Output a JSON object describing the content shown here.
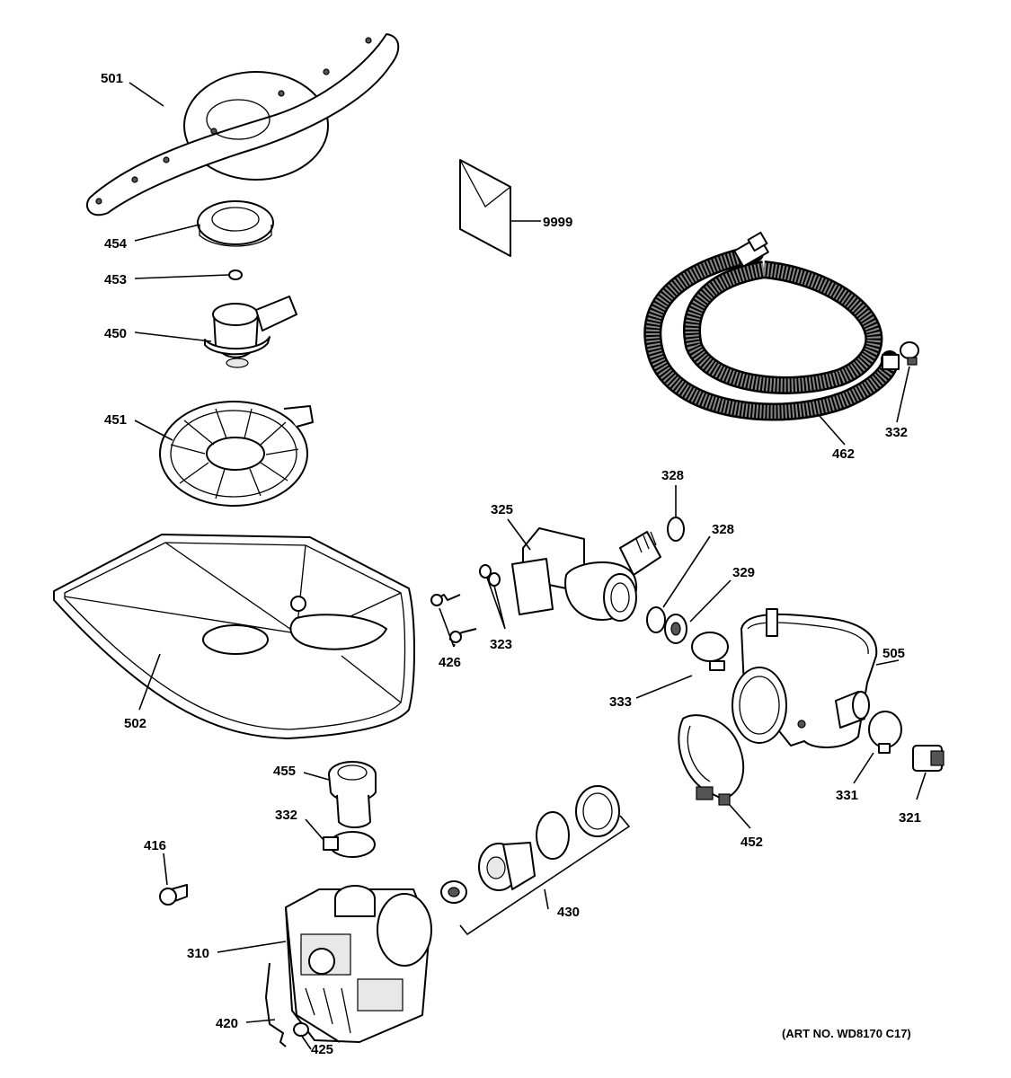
{
  "labels": {
    "p501": "501",
    "p454": "454",
    "p453": "453",
    "p450": "450",
    "p451": "451",
    "p502": "502",
    "p9999": "9999",
    "p462": "462",
    "p332a": "332",
    "p328a": "328",
    "p328b": "328",
    "p325": "325",
    "p329": "329",
    "p323": "323",
    "p426": "426",
    "p505": "505",
    "p333": "333",
    "p331": "331",
    "p321": "321",
    "p452": "452",
    "p455": "455",
    "p332b": "332",
    "p416": "416",
    "p430": "430",
    "p310": "310",
    "p420": "420",
    "p425": "425"
  },
  "art_number": "(ART NO. WD8170 C17)"
}
